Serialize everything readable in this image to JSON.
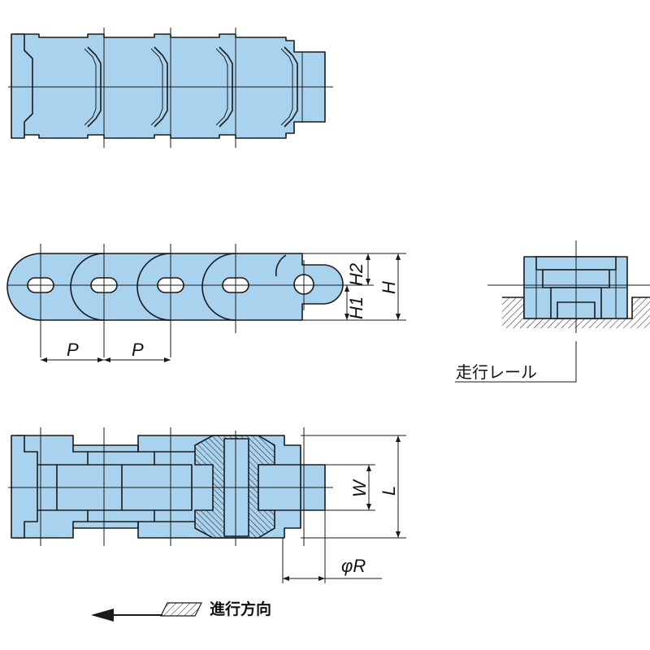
{
  "labels": {
    "pitch_1": "P",
    "pitch_2": "P",
    "h1": "H1",
    "h2": "H2",
    "h": "H",
    "w": "W",
    "l": "L",
    "phi_r": "φR",
    "rail": "走行レール",
    "direction": "進行方向"
  },
  "colors": {
    "part_fill": "#a9d2ef",
    "outline": "#1a1a1a",
    "background": "#ffffff"
  },
  "icons": {
    "direction_arrow": "left-arrow-icon",
    "hatch_mark": "hatch-icon"
  }
}
